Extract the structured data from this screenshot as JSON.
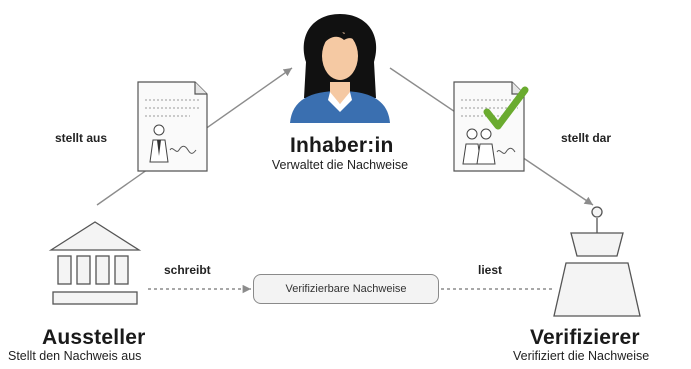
{
  "holder": {
    "title": "Inhaber:in",
    "subtitle": "Verwaltet die Nachweise"
  },
  "issuer": {
    "title": "Aussteller",
    "subtitle": "Stellt den Nachweis aus"
  },
  "verifier": {
    "title": "Verifizierer",
    "subtitle": "Verifiziert die Nachweise"
  },
  "edges": {
    "issues": "stellt aus",
    "presents": "stellt dar",
    "writes": "schreibt",
    "reads": "liest"
  },
  "registry": {
    "label": "Verifizierbare Nachweise"
  },
  "colors": {
    "line": "#8c8c8c",
    "check": "#6aab2f",
    "shirt": "#3a6fb0",
    "skin": "#f5c9a3",
    "hair": "#111111"
  }
}
